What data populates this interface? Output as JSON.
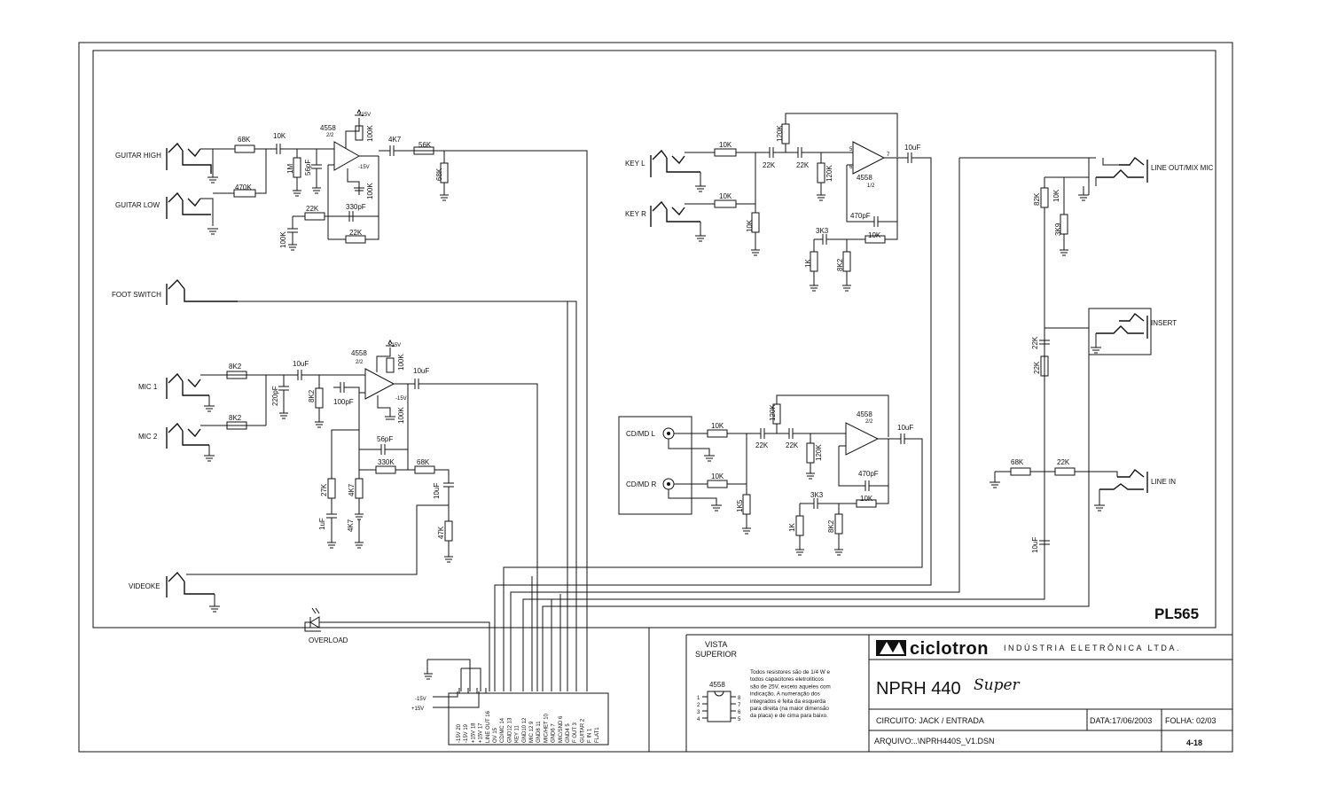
{
  "board_id": "PL565",
  "inputs": {
    "guitar_high": "GUITAR HIGH",
    "guitar_low": "GUITAR LOW",
    "foot_switch": "FOOT SWITCH",
    "mic1": "MIC 1",
    "mic2": "MIC 2",
    "videoke": "VIDEOKE",
    "key_l": "KEY L",
    "key_r": "KEY R",
    "cdmd_l": "CD/MD L",
    "cdmd_r": "CD/MD R",
    "line_out": "LINE OUT/MIX MIC",
    "insert": "INSERT",
    "line_in": "LINE IN",
    "overload": "OVERLOAD"
  },
  "ic": {
    "name": "4558",
    "half1": "1/2",
    "half2": "2/2"
  },
  "guitar": {
    "r1": "68K",
    "r2": "470K",
    "c1": "10K",
    "r3": "1M",
    "c2": "56pF",
    "r4": "22K",
    "r5": "100K",
    "c3": "330pF",
    "r6": "22K",
    "r7": "4K7",
    "r8": "56K",
    "r9": "68K",
    "p1": "100K",
    "p2": "100K",
    "vpos": "+15V",
    "vneg": "-15V"
  },
  "mic": {
    "r1": "8K2",
    "r2": "8K2",
    "c1": "10uF",
    "c2": "220pF",
    "r3": "8K2",
    "c3": "100pF",
    "c4": "10uF",
    "c5": "56pF",
    "r4": "330K",
    "r5": "68K",
    "c6": "10uF",
    "r6": "27K",
    "r7": "4K7",
    "c7": "1uF",
    "r8": "4K7",
    "r9": "47K",
    "p1": "100K",
    "p2": "100K",
    "vpos": "+15V",
    "vneg": "-15V"
  },
  "key": {
    "r1": "10K",
    "r2": "10K",
    "r3": "10K",
    "r4": "120K",
    "c1": "22K",
    "c2": "22K",
    "r5": "120K",
    "c3": "470pF",
    "r6": "10K",
    "c4": "3K3",
    "r7": "1K",
    "r8": "8K2",
    "c5": "10uF"
  },
  "cd": {
    "r1": "10K",
    "r2": "10K",
    "r3": "1K5",
    "r4": "120K",
    "c1": "22K",
    "c2": "22K",
    "r5": "120K",
    "c3": "470pF",
    "r6": "10K",
    "c4": "3K3",
    "r7": "1K",
    "r8": "8K2",
    "c5": "10uF"
  },
  "right": {
    "r1": "82K",
    "r2": "10K",
    "r3": "3K9",
    "c1": "22K",
    "r4": "22K",
    "r5": "68K",
    "r6": "22K",
    "c2": "10uF"
  },
  "power": {
    "neg": "-15V",
    "pos": "+15V"
  },
  "connector": {
    "pins": [
      "-15V 20",
      "-15V 19",
      "+15V 18",
      "+15V 17",
      "LINE OUT 16",
      "OV 15",
      "CD/MC 14",
      "GND12 13",
      "KEY 11",
      "GND10 12",
      "MIC 12 9",
      "GND8 11",
      "MIC/HET 10",
      "GND6 7",
      "MIC/SND 6",
      "GND4 5",
      "F OUT 3",
      "GUITAR 2",
      "F IN 1",
      "FLAT1"
    ]
  },
  "vista": {
    "title": "VISTA SUPERIOR",
    "ic_label": "4558",
    "note": "Todos resistores são de 1/4 W e todos capacitores eletrolíticos são de 25V, exceto aqueles com indicação. A numeração dos integrados é feita da esquerda para direita (na maior dimensão da placa) e de cima para baixo."
  },
  "title_block": {
    "brand": "ciclotron",
    "company": "INDÚSTRIA ELETRÔNICA LTDA.",
    "model": "NPRH 440",
    "model_suffix": "Super",
    "circuito": "CIRCUITO: JACK / ENTRADA",
    "data": "DATA:17/06/2003",
    "folha": "FOLHA: 02/03",
    "arquivo": "ARQUIVO:..\\NPRH440S_V1.DSN",
    "page": "4-18"
  }
}
